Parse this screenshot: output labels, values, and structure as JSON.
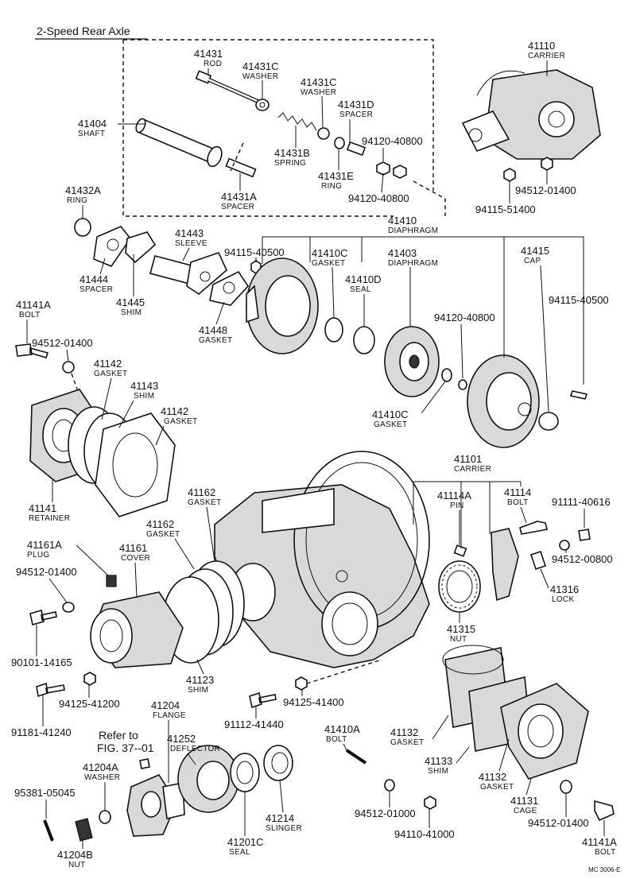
{
  "title": "2-Speed Rear Axle",
  "reference": {
    "line1": "Refer to",
    "line2": "FIG. 37--01"
  },
  "figure_code": "MC 3006-E",
  "callouts": [
    {
      "id": "c01",
      "number": "41431",
      "name": "ROD"
    },
    {
      "id": "c02",
      "number": "41431C",
      "name": "WASHER"
    },
    {
      "id": "c03",
      "number": "41431C",
      "name": "WASHER"
    },
    {
      "id": "c04",
      "number": "41431D",
      "name": "SPACER"
    },
    {
      "id": "c05",
      "number": "41404",
      "name": "SHAFT"
    },
    {
      "id": "c06",
      "number": "41431B",
      "name": "SPRING"
    },
    {
      "id": "c07",
      "number": "94120-40800",
      "name": ""
    },
    {
      "id": "c08",
      "number": "41431E",
      "name": "RING"
    },
    {
      "id": "c09",
      "number": "94120-40800",
      "name": ""
    },
    {
      "id": "c10",
      "number": "41431A",
      "name": "SPACER"
    },
    {
      "id": "c11",
      "number": "41110",
      "name": "CARRIER"
    },
    {
      "id": "c12",
      "number": "94512-01400",
      "name": ""
    },
    {
      "id": "c13",
      "number": "94115-51400",
      "name": ""
    },
    {
      "id": "c14",
      "number": "41432A",
      "name": "RING"
    },
    {
      "id": "c15",
      "number": "41410",
      "name": "DIAPHRAGM"
    },
    {
      "id": "c16",
      "number": "41443",
      "name": "SLEEVE"
    },
    {
      "id": "c17",
      "number": "94115-40500",
      "name": ""
    },
    {
      "id": "c18",
      "number": "41410C",
      "name": "GASKET"
    },
    {
      "id": "c19",
      "number": "41403",
      "name": "DIAPHRAGM"
    },
    {
      "id": "c20",
      "number": "41415",
      "name": "CAP"
    },
    {
      "id": "c21",
      "number": "41444",
      "name": "SPACER"
    },
    {
      "id": "c22",
      "number": "41445",
      "name": "SHIM"
    },
    {
      "id": "c23",
      "number": "41410D",
      "name": "SEAL"
    },
    {
      "id": "c24",
      "number": "94115-40500",
      "name": ""
    },
    {
      "id": "c25",
      "number": "41141A",
      "name": "BOLT"
    },
    {
      "id": "c26",
      "number": "41448",
      "name": "GASKET"
    },
    {
      "id": "c27",
      "number": "94120-40800",
      "name": ""
    },
    {
      "id": "c28",
      "number": "94512-01400",
      "name": ""
    },
    {
      "id": "c29",
      "number": "41142",
      "name": "GASKET"
    },
    {
      "id": "c30",
      "number": "41143",
      "name": "SHIM"
    },
    {
      "id": "c31",
      "number": "41142",
      "name": "GASKET"
    },
    {
      "id": "c32",
      "number": "41410C",
      "name": "GASKET"
    },
    {
      "id": "c33",
      "number": "41101",
      "name": "CARRIER"
    },
    {
      "id": "c34",
      "number": "41162",
      "name": "GASKET"
    },
    {
      "id": "c35",
      "number": "41114A",
      "name": "PIN"
    },
    {
      "id": "c36",
      "number": "41114",
      "name": "BOLT"
    },
    {
      "id": "c37",
      "number": "91111-40616",
      "name": ""
    },
    {
      "id": "c38",
      "number": "41141",
      "name": "RETAINER"
    },
    {
      "id": "c39",
      "number": "41162",
      "name": "GASKET"
    },
    {
      "id": "c40",
      "number": "41161A",
      "name": "PLUG"
    },
    {
      "id": "c41",
      "number": "41161",
      "name": "COVER"
    },
    {
      "id": "c42",
      "number": "94512-00800",
      "name": ""
    },
    {
      "id": "c43",
      "number": "94512-01400",
      "name": ""
    },
    {
      "id": "c44",
      "number": "41316",
      "name": "LOCK"
    },
    {
      "id": "c45",
      "number": "41315",
      "name": "NUT"
    },
    {
      "id": "c46",
      "number": "90101-14165",
      "name": ""
    },
    {
      "id": "c47",
      "number": "41123",
      "name": "SHIM"
    },
    {
      "id": "c48",
      "number": "94125-41200",
      "name": ""
    },
    {
      "id": "c49",
      "number": "94125-41400",
      "name": ""
    },
    {
      "id": "c50",
      "number": "41204",
      "name": "FLANGE"
    },
    {
      "id": "c51",
      "number": "91181-41240",
      "name": ""
    },
    {
      "id": "c52",
      "number": "91112-41440",
      "name": ""
    },
    {
      "id": "c53",
      "number": "41252",
      "name": "DEFLECTOR"
    },
    {
      "id": "c54",
      "number": "41410A",
      "name": "BOLT"
    },
    {
      "id": "c55",
      "number": "41132",
      "name": "GASKET"
    },
    {
      "id": "c56",
      "number": "41204A",
      "name": "WASHER"
    },
    {
      "id": "c57",
      "number": "41133",
      "name": "SHIM"
    },
    {
      "id": "c58",
      "number": "41132",
      "name": "GASKET"
    },
    {
      "id": "c59",
      "number": "95381-05045",
      "name": ""
    },
    {
      "id": "c60",
      "number": "41214",
      "name": "SLINGER"
    },
    {
      "id": "c61",
      "number": "41131",
      "name": "CAGE"
    },
    {
      "id": "c62",
      "number": "94512-01000",
      "name": ""
    },
    {
      "id": "c63",
      "number": "94512-01400",
      "name": ""
    },
    {
      "id": "c64",
      "number": "41201C",
      "name": "SEAL"
    },
    {
      "id": "c65",
      "number": "94110-41000",
      "name": ""
    },
    {
      "id": "c66",
      "number": "41204B",
      "name": "NUT"
    },
    {
      "id": "c67",
      "number": "41141A",
      "name": "BOLT"
    }
  ]
}
